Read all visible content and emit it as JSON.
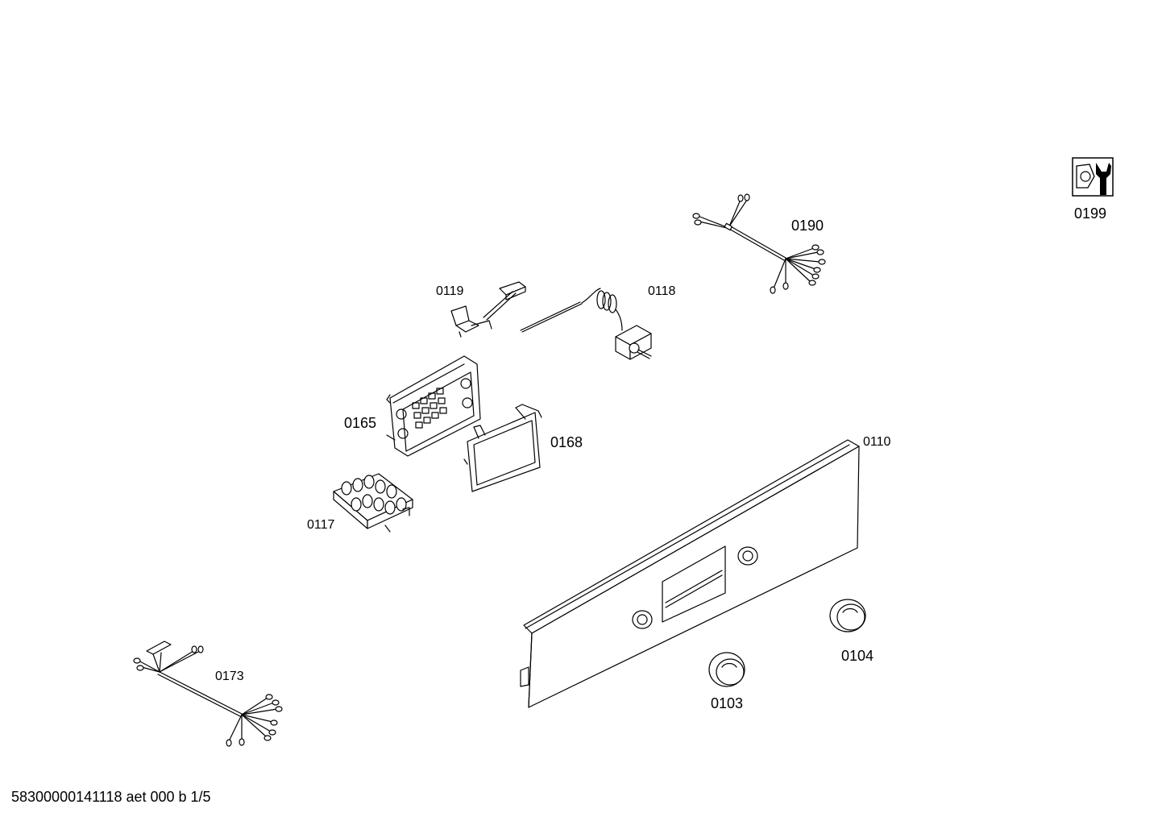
{
  "labels": {
    "p0199": "0199",
    "p0190": "0190",
    "p0119": "0119",
    "p0118": "0118",
    "p0165": "0165",
    "p0168": "0168",
    "p0110": "0110",
    "p0117": "0117",
    "p0104": "0104",
    "p0103": "0103",
    "p0173": "0173"
  },
  "footer": "58300000141118 aet 000 b 1/5",
  "icons": {
    "service": "wrench-nut-icon"
  }
}
